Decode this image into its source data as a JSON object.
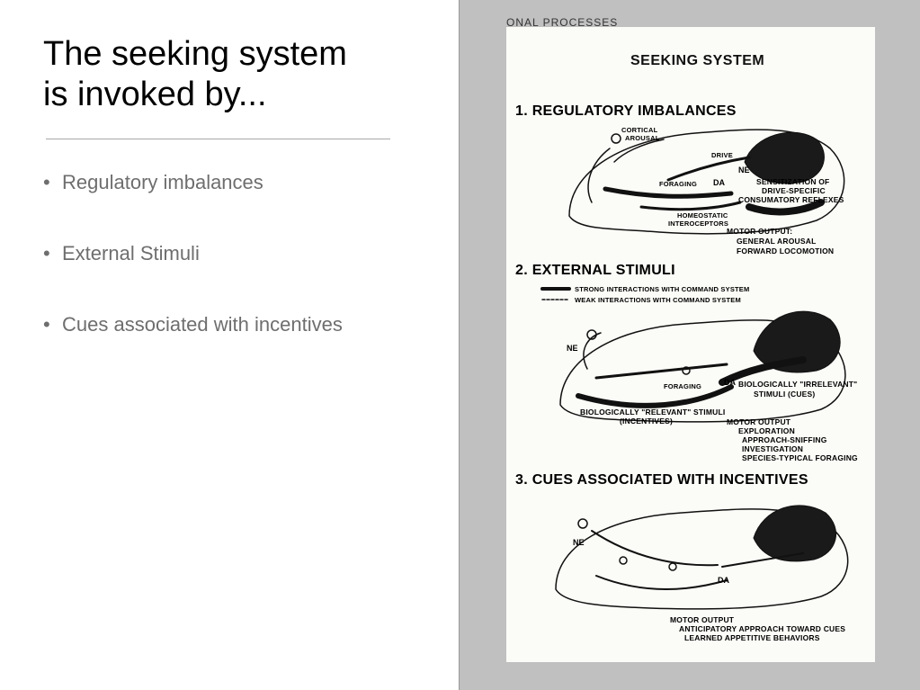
{
  "slide": {
    "title_line1": "The seeking system",
    "title_line2": "is invoked by...",
    "bullets": [
      "Regulatory imbalances",
      "External Stimuli",
      "Cues associated with incentives"
    ]
  },
  "figure": {
    "header_bleed": "ONAL PROCESSES",
    "title": "SEEKING SYSTEM",
    "sections": [
      {
        "heading": "1. REGULATORY IMBALANCES",
        "labels": {
          "cortical": "CORTICAL",
          "arousal": "AROUSAL",
          "drive": "DRIVE",
          "foraging": "FORAGING",
          "homeostatic": "HOMEOSTATIC",
          "interoceptors": "INTEROCEPTORS",
          "ne": "NE",
          "da": "DA",
          "sensitization_1": "SENSITIZATION OF",
          "sensitization_2": "DRIVE-SPECIFIC",
          "sensitization_3": "CONSUMATORY REFLEXES",
          "motor_1": "MOTOR OUTPUT:",
          "motor_2": "GENERAL AROUSAL",
          "motor_3": "FORWARD LOCOMOTION"
        }
      },
      {
        "heading": "2. EXTERNAL STIMULI",
        "labels": {
          "legend_strong": "STRONG INTERACTIONS WITH COMMAND SYSTEM",
          "legend_weak": "WEAK INTERACTIONS WITH COMMAND SYSTEM",
          "ne": "NE",
          "da": "DA",
          "foraging": "FORAGING",
          "irrelevant_1": "BIOLOGICALLY \"IRRELEVANT\"",
          "irrelevant_2": "STIMULI (CUES)",
          "relevant_1": "BIOLOGICALLY \"RELEVANT\" STIMULI",
          "relevant_2": "(INCENTIVES)",
          "motor_1": "MOTOR OUTPUT",
          "motor_2": "EXPLORATION",
          "motor_3": "APPROACH-SNIFFING",
          "motor_4": "INVESTIGATION",
          "motor_5": "SPECIES-TYPICAL FORAGING"
        }
      },
      {
        "heading": "3. CUES ASSOCIATED WITH INCENTIVES",
        "labels": {
          "ne": "NE",
          "da": "DA",
          "motor_1": "MOTOR OUTPUT",
          "motor_2": "ANTICIPATORY APPROACH TOWARD CUES",
          "motor_3": "LEARNED APPETITIVE BEHAVIORS"
        }
      }
    ]
  }
}
